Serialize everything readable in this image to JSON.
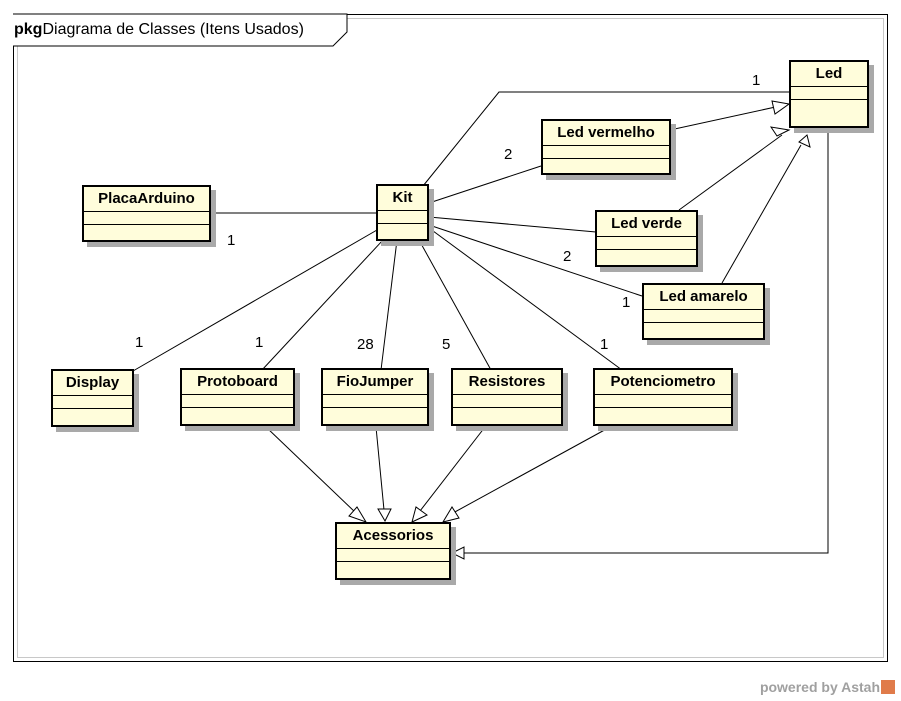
{
  "package": {
    "keyword": "pkg",
    "name": "Diagrama de Classes (Itens Usados)"
  },
  "classes": {
    "led": "Led",
    "led_vermelho": "Led vermelho",
    "led_verde": "Led verde",
    "led_amarelo": "Led amarelo",
    "kit": "Kit",
    "placa_arduino": "PlacaArduino",
    "display": "Display",
    "protoboard": "Protoboard",
    "fio_jumper": "FioJumper",
    "resistores": "Resistores",
    "potenciometro": "Potenciometro",
    "acessorios": "Acessorios"
  },
  "multiplicities": {
    "kit_led": "1",
    "kit_led_vermelho": "2",
    "kit_placa_arduino": "1",
    "kit_led_amarelo_a": "2",
    "kit_led_amarelo_b": "1",
    "kit_display": "1",
    "kit_protoboard": "1",
    "kit_fio_jumper": "28",
    "kit_resistores": "5",
    "kit_potenciometro": "1"
  },
  "footer": {
    "text": "powered by Astah"
  }
}
